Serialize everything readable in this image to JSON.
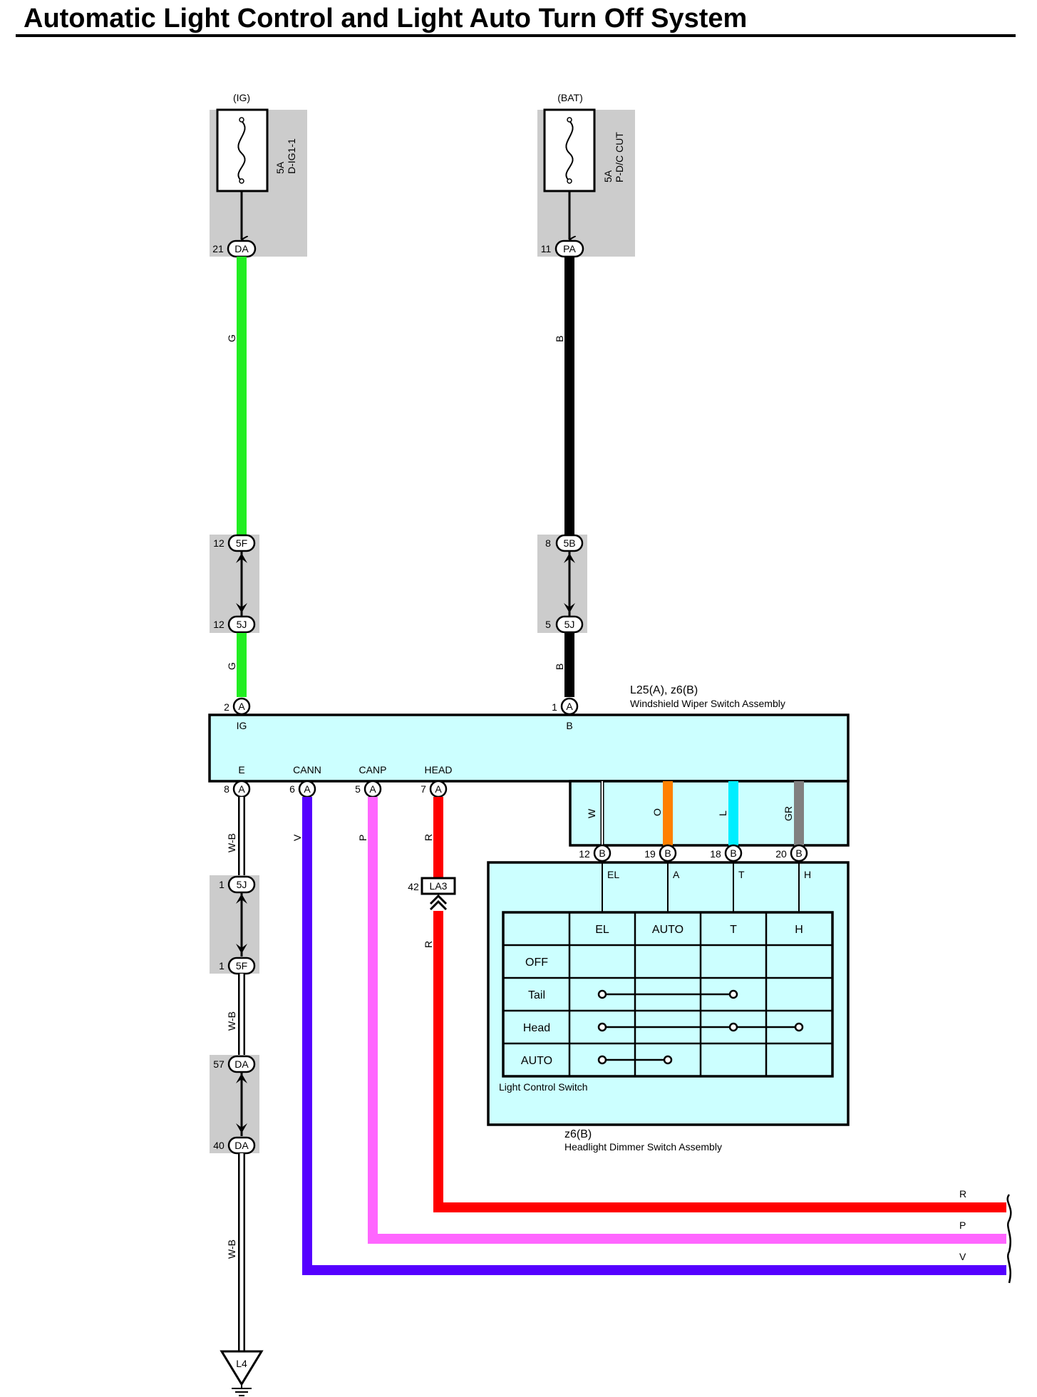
{
  "title": "Automatic Light Control and Light Auto Turn Off System",
  "colors": {
    "green": "#22ee22",
    "black": "#000000",
    "red": "#ff0000",
    "pink": "#ff66ff",
    "violet": "#5500ff",
    "orange": "#ff8000",
    "cyan": "#00eeff",
    "gray": "#808080",
    "module_fill": "#ccffff",
    "connector_bg": "#cccccc"
  },
  "fuses": [
    {
      "source": "(IG)",
      "rating": "5A",
      "name": "D-IG1-1",
      "pin": "21",
      "connector": "DA"
    },
    {
      "source": "(BAT)",
      "rating": "5A",
      "name": "P-D/C CUT",
      "pin": "11",
      "connector": "PA"
    }
  ],
  "wires": {
    "ig_color": "G",
    "bat_color": "B",
    "ground_color": "W-B",
    "cann_color": "V",
    "canp_color": "P",
    "head_color": "R",
    "sw_w": "W",
    "sw_o": "O",
    "sw_l": "L",
    "sw_gr": "GR",
    "out_r": "R",
    "out_p": "P",
    "out_v": "V"
  },
  "junctions": {
    "ig_top": {
      "pin": "12",
      "conn": "5F"
    },
    "ig_bottom": {
      "pin": "12",
      "conn": "5J"
    },
    "bat_top": {
      "pin": "8",
      "conn": "5B"
    },
    "bat_bottom": {
      "pin": "5",
      "conn": "5J"
    },
    "gnd_1_top": {
      "pin": "1",
      "conn": "5J"
    },
    "gnd_1_bottom": {
      "pin": "1",
      "conn": "5F"
    },
    "gnd_2_top": {
      "pin": "57",
      "conn": "DA"
    },
    "gnd_2_bottom": {
      "pin": "40",
      "conn": "DA"
    },
    "head_jc": {
      "pin": "42",
      "conn": "LA3"
    }
  },
  "module": {
    "ref": "L25(A), z6(B)",
    "name": "Windshield Wiper Switch Assembly",
    "terminals_top": [
      {
        "pin": "2",
        "conn": "A",
        "label": "IG"
      },
      {
        "pin": "1",
        "conn": "A",
        "label": "B"
      }
    ],
    "terminals_bottom": [
      {
        "pin": "8",
        "conn": "A",
        "label": "E"
      },
      {
        "pin": "6",
        "conn": "A",
        "label": "CANN"
      },
      {
        "pin": "5",
        "conn": "A",
        "label": "CANP"
      },
      {
        "pin": "7",
        "conn": "A",
        "label": "HEAD"
      }
    ]
  },
  "dimmer": {
    "ref": "z6(B)",
    "name": "Headlight Dimmer Switch Assembly",
    "switch_label": "Light Control Switch",
    "terminals": [
      {
        "pin": "12",
        "conn": "B",
        "label": "EL"
      },
      {
        "pin": "19",
        "conn": "B",
        "label": "A"
      },
      {
        "pin": "18",
        "conn": "B",
        "label": "T"
      },
      {
        "pin": "20",
        "conn": "B",
        "label": "H"
      }
    ],
    "table": {
      "columns": [
        "EL",
        "AUTO",
        "T",
        "H"
      ],
      "rows": [
        {
          "name": "OFF",
          "connected": []
        },
        {
          "name": "Tail",
          "connected": [
            0,
            2
          ]
        },
        {
          "name": "Head",
          "connected": [
            0,
            2,
            3
          ]
        },
        {
          "name": "AUTO",
          "connected": [
            0,
            1
          ]
        }
      ]
    }
  },
  "ground": {
    "label": "L4"
  }
}
